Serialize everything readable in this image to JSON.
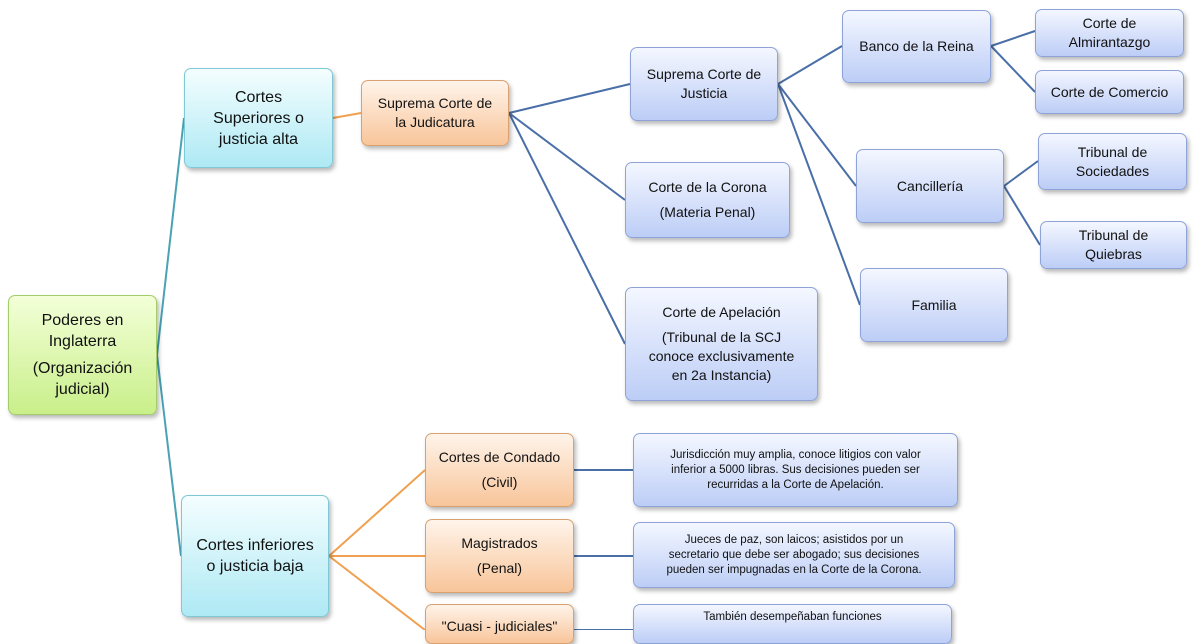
{
  "nodes": {
    "root": {
      "lines": [
        "Poderes en\nInglaterra",
        "(Organización\njudicial)"
      ]
    },
    "cortes_superiores": {
      "lines": [
        "Cortes\nSuperiores  o\njusticia alta"
      ]
    },
    "suprema_judicatura": {
      "lines": [
        "Suprema Corte de\nla Judicatura"
      ]
    },
    "suprema_justicia": {
      "lines": [
        "Suprema Corte de\nJusticia"
      ]
    },
    "corte_corona": {
      "lines": [
        "Corte de la Corona",
        "(Materia Penal)"
      ]
    },
    "corte_apelacion": {
      "lines": [
        "Corte de Apelación",
        "(Tribunal de la  SCJ\nconoce exclusivamente\nen 2a Instancia)"
      ]
    },
    "banco_reina": {
      "lines": [
        "Banco de la Reina"
      ]
    },
    "cancilleria": {
      "lines": [
        "Cancillería"
      ]
    },
    "familia": {
      "lines": [
        "Familia"
      ]
    },
    "almirantazgo": {
      "lines": [
        "Corte de\nAlmirantazgo"
      ]
    },
    "comercio": {
      "lines": [
        "Corte de Comercio"
      ]
    },
    "sociedades": {
      "lines": [
        "Tribunal de\nSociedades"
      ]
    },
    "quiebras": {
      "lines": [
        "Tribunal de\nQuiebras"
      ]
    },
    "cortes_inferiores": {
      "lines": [
        "Cortes inferiores\no justicia baja"
      ]
    },
    "condado": {
      "lines": [
        "Cortes de Condado",
        "(Civil)"
      ]
    },
    "magistrados": {
      "lines": [
        "Magistrados",
        "(Penal)"
      ]
    },
    "cuasi": {
      "lines": [
        "\"Cuasi - judiciales\""
      ]
    },
    "condado_desc": {
      "lines": [
        "Jurisdicción muy amplia, conoce litigios con valor\ninferior a 5000 libras. Sus decisiones pueden ser\nrecurridas a la Corte  de Apelación."
      ]
    },
    "magistrados_desc": {
      "lines": [
        "Jueces de paz, son laicos; asistidos  por un\nsecretario que debe ser abogado;  sus decisiones\npueden ser impugnadas en la Corte de la Corona."
      ]
    },
    "cuasi_desc": {
      "lines": [
        "También desempeñaban funciones"
      ]
    }
  },
  "colors": {
    "teal_line": "#4aa3b4",
    "orange_line": "#f0a050",
    "blue_line": "#4a6fa8"
  }
}
